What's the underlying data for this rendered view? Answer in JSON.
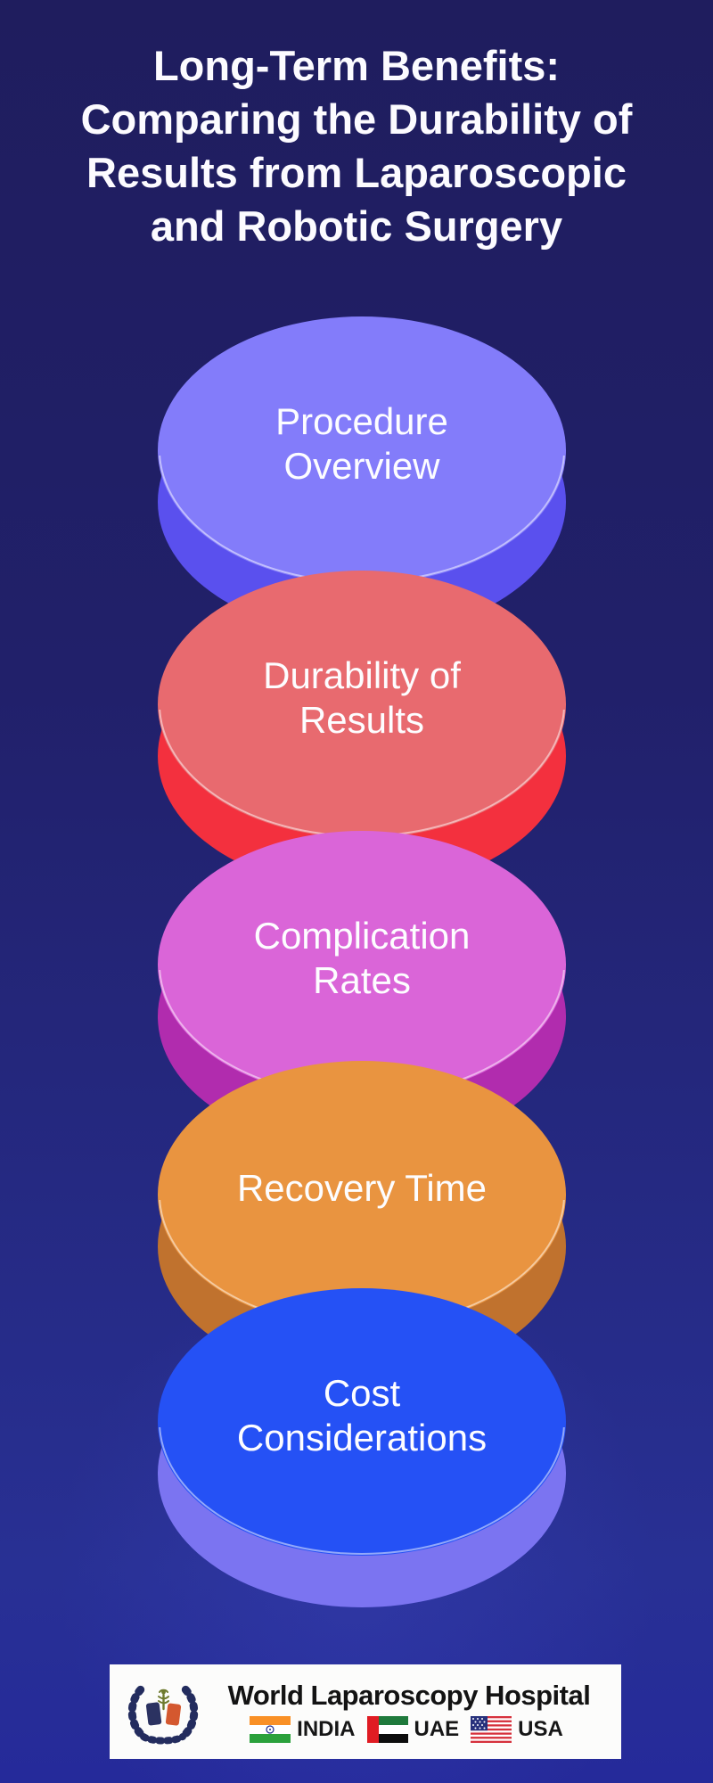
{
  "title": {
    "lines": [
      "Long-Term Benefits:",
      "Comparing the Durability of",
      "Results from Laparoscopic",
      "and Robotic Surgery"
    ]
  },
  "discs": [
    {
      "label": "Procedure Overview",
      "face_color": "#837cfa",
      "side_color": "#5a50ee"
    },
    {
      "label": "Durability of Results",
      "face_color": "#e86a6f",
      "side_color": "#f3303e"
    },
    {
      "label": "Complication Rates",
      "face_color": "#da65d8",
      "side_color": "#b12cae"
    },
    {
      "label": "Recovery Time",
      "face_color": "#e99440",
      "side_color": "#c0722e"
    },
    {
      "label": "Cost Considerations",
      "face_color": "#2551f5",
      "side_color": "#7b74f1"
    }
  ],
  "footer": {
    "hospital_name": "World Laparoscopy Hospital",
    "countries": [
      {
        "name": "INDIA",
        "flag_icon": "india-flag-icon"
      },
      {
        "name": "UAE",
        "flag_icon": "uae-flag-icon"
      },
      {
        "name": "USA",
        "flag_icon": "usa-flag-icon"
      }
    ],
    "logo_icon": "laurel-wreath-caduceus-icon"
  },
  "colors": {
    "background_top": "#1f1d5e",
    "background_bottom": "#252a9a",
    "title_text": "#fcfbff",
    "disc_label_text": "#fdfdff",
    "banner_background": "#fcfcfb",
    "banner_text": "#131313"
  }
}
